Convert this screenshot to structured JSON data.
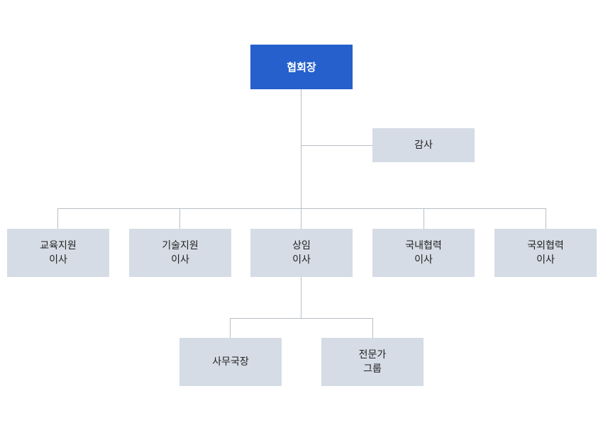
{
  "org_chart": {
    "president": {
      "label": "협회장"
    },
    "auditor": {
      "label": "감사"
    },
    "directors": [
      {
        "line1": "교육지원",
        "line2": "이사"
      },
      {
        "line1": "기술지원",
        "line2": "이사"
      },
      {
        "line1": "상임",
        "line2": "이사"
      },
      {
        "line1": "국내협력",
        "line2": "이사"
      },
      {
        "line1": "국외협력",
        "line2": "이사"
      }
    ],
    "staff": [
      {
        "line1": "사무국장"
      },
      {
        "line1": "전문가",
        "line2": "그룹"
      }
    ]
  },
  "colors": {
    "primary_box": "#2560cc",
    "secondary_box": "#d5dce5",
    "connector": "#b9bec5"
  }
}
